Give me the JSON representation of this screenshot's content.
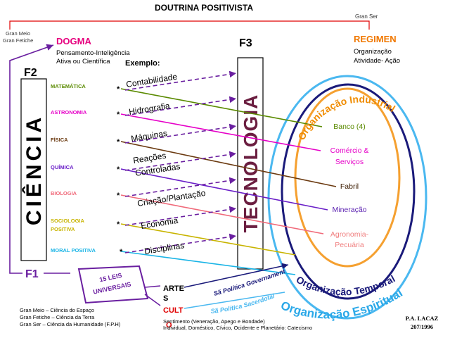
{
  "title": "DOUTRINA POSITIVISTA",
  "gran_ser_top": "Gran Ser",
  "gran_meio": "Gran Meio",
  "gran_fetiche": "Gran Fetiche",
  "dogma": {
    "title": "DOGMA",
    "line1": "Pensamento-Inteligência",
    "line2": "Ativa ou Científica"
  },
  "regimen": {
    "title": "REGIMEN",
    "line1": "Organização",
    "line2": "Atividade- Ação"
  },
  "f2": "F2",
  "f3": "F3",
  "f1": "F1",
  "ciencia": "CIÊNCIA",
  "tecnologia": "TECNOLOGIA",
  "exemplo": "Exemplo:",
  "sciences": [
    {
      "name": "MATEMÁTICA",
      "color": "#5a8a00"
    },
    {
      "name": "ASTRONOMIA",
      "color": "#e600c8"
    },
    {
      "name": "FÍSICA",
      "color": "#6b3a10"
    },
    {
      "name": "QUÍMICA",
      "color": "#6a1fc8"
    },
    {
      "name": "BIOLOGIA",
      "color": "#f06a7a"
    },
    {
      "name": "SOCIOLOGIA",
      "name2": "POSITIVA",
      "color": "#c8b400"
    },
    {
      "name": "MORAL POSITIVA",
      "color": "#19b4e6"
    }
  ],
  "examples": [
    {
      "line1": "Contabilidade"
    },
    {
      "line1": "Hidrografia"
    },
    {
      "line1": "Máquinas"
    },
    {
      "line1": "Reações",
      "line2": "Controladas"
    },
    {
      "line1": "Criação/Plantação"
    },
    {
      "line1": "Economia"
    },
    {
      "line1": "Disciplinas"
    }
  ],
  "star": "*",
  "org_industrial": "Organização Industrial",
  "org_temporal": "Organização Temporal",
  "org_espiritual": "Organização Espiritual",
  "sectors": [
    {
      "line1": "Banco (4)",
      "color": "#5a8a00"
    },
    {
      "line1": "Comércio &",
      "line2": "Serviços",
      "color": "#e600c8"
    },
    {
      "line1": "Fabril",
      "color": "#3a1a00"
    },
    {
      "line1": "Mineração",
      "color": "#5a1fb0"
    },
    {
      "line1": "Agronomia-",
      "line2": "Pecuária",
      "color": "#f08080"
    }
  ],
  "leis": {
    "line1": "15 LEIS",
    "line2": "UNIVERSAIS"
  },
  "artes": {
    "line1": "ARTE",
    "line2": "S"
  },
  "culto": "CULT",
  "culto_o": "O",
  "politica_gov": "Sã Política Governamental",
  "politica_sac": "Sã Política Sacerdotal",
  "sentimento": "Sentimento (Veneração, Apego e Bondade)",
  "catecismo": "Individual, Doméstico, Cívico, Ocidente e Planetário: Catecismo",
  "legend": [
    "Gran Meio – Ciência do Espaço",
    "Gran Fetiche – Ciência da Terra",
    "Gran Ser – Ciência da Humanidade (F.P.H)"
  ],
  "author": "P.A. LACAZ",
  "date": "207/1996",
  "colors": {
    "dogma": "#e6007e",
    "regimen": "#f07800",
    "border_purple": "#6a1fa0",
    "temporal_ring": "#1a1a7a",
    "industrial_ring": "#f5a030",
    "espiritual_ring": "#4ab8f0",
    "culto": "#e00000",
    "org_text": "#f08c00",
    "temporal_text": "#1a1a7a",
    "espiritual_text": "#2aa8e8",
    "arrow": "#6a1fa0"
  }
}
